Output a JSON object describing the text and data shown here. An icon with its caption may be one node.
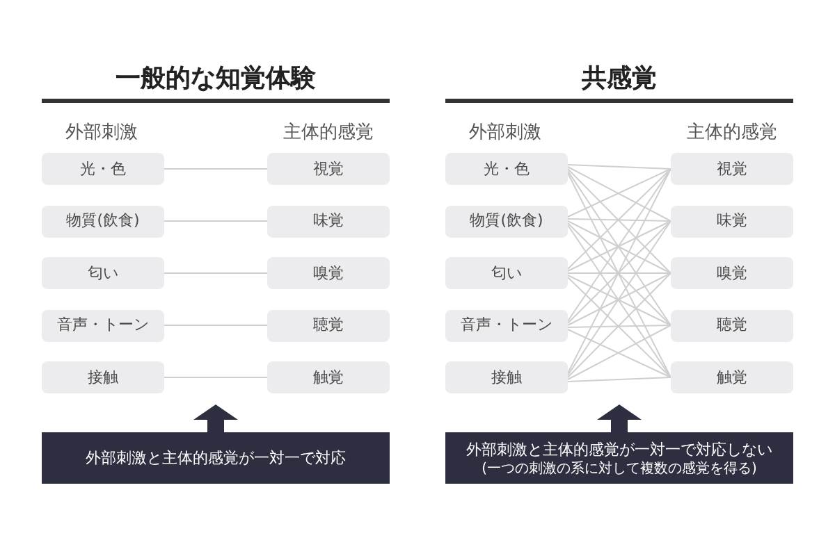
{
  "diagram": {
    "nodes": [
      {
        "text": [
          "光・色"
        ]
      },
      {
        "text": [
          "物質(飲食)"
        ]
      },
      {
        "text": [
          "匂い"
        ]
      },
      {
        "text": [
          "音声・トーン"
        ]
      },
      {
        "text": [
          "接触"
        ]
      },
      {
        "text": [
          "視覚"
        ]
      },
      {
        "text": [
          "味覚"
        ]
      },
      {
        "text": [
          "嗅覚"
        ]
      },
      {
        "text": [
          "聴覚"
        ]
      },
      {
        "text": [
          "触覚"
        ]
      },
      {
        "text": [
          "外部刺激と主体的感覚が一対一で対応"
        ]
      },
      {
        "text": [
          "光・色"
        ]
      },
      {
        "text": [
          "物質(飲食)"
        ]
      },
      {
        "text": [
          "匂い"
        ]
      },
      {
        "text": [
          "音声・トーン"
        ]
      },
      {
        "text": [
          "接触"
        ]
      },
      {
        "text": [
          "視覚"
        ]
      },
      {
        "text": [
          "味覚"
        ]
      },
      {
        "text": [
          "嗅覚"
        ]
      },
      {
        "text": [
          "聴覚"
        ]
      },
      {
        "text": [
          "触覚"
        ]
      },
      {
        "text": [
          "外部刺激と主体的感覚が一対一で対応しない",
          "(一つの刺激の系に対して複数の感覚を得る)"
        ]
      }
    ],
    "edges": [
      {
        "from": 0,
        "to": 5,
        "arrow": "none"
      },
      {
        "from": 1,
        "to": 6,
        "arrow": "none"
      },
      {
        "from": 2,
        "to": 7,
        "arrow": "none"
      },
      {
        "from": 3,
        "to": 8,
        "arrow": "none"
      },
      {
        "from": 4,
        "to": 9,
        "arrow": "none"
      },
      {
        "from": 11,
        "to": 16,
        "arrow": "none"
      },
      {
        "from": 11,
        "to": 17,
        "arrow": "none"
      },
      {
        "from": 11,
        "to": 18,
        "arrow": "none"
      },
      {
        "from": 11,
        "to": 19,
        "arrow": "none"
      },
      {
        "from": 11,
        "to": 20,
        "arrow": "none"
      },
      {
        "from": 12,
        "to": 16,
        "arrow": "none"
      },
      {
        "from": 12,
        "to": 17,
        "arrow": "none"
      },
      {
        "from": 12,
        "to": 18,
        "arrow": "none"
      },
      {
        "from": 12,
        "to": 19,
        "arrow": "none"
      },
      {
        "from": 12,
        "to": 20,
        "arrow": "none"
      },
      {
        "from": 13,
        "to": 16,
        "arrow": "none"
      },
      {
        "from": 13,
        "to": 17,
        "arrow": "none"
      },
      {
        "from": 13,
        "to": 18,
        "arrow": "none"
      },
      {
        "from": 13,
        "to": 19,
        "arrow": "none"
      },
      {
        "from": 13,
        "to": 20,
        "arrow": "none"
      },
      {
        "from": 14,
        "to": 16,
        "arrow": "none"
      },
      {
        "from": 14,
        "to": 17,
        "arrow": "none"
      },
      {
        "from": 14,
        "to": 18,
        "arrow": "none"
      },
      {
        "from": 14,
        "to": 19,
        "arrow": "none"
      },
      {
        "from": 14,
        "to": 20,
        "arrow": "none"
      },
      {
        "from": 15,
        "to": 16,
        "arrow": "none"
      },
      {
        "from": 15,
        "to": 17,
        "arrow": "none"
      },
      {
        "from": 15,
        "to": 18,
        "arrow": "none"
      },
      {
        "from": 15,
        "to": 19,
        "arrow": "none"
      },
      {
        "from": 15,
        "to": 20,
        "arrow": "none"
      }
    ],
    "labels": [
      "一般的な知覚体験",
      "外部刺激",
      "主体的感覚",
      "共感覚",
      "外部刺激",
      "主体的感覚"
    ]
  }
}
